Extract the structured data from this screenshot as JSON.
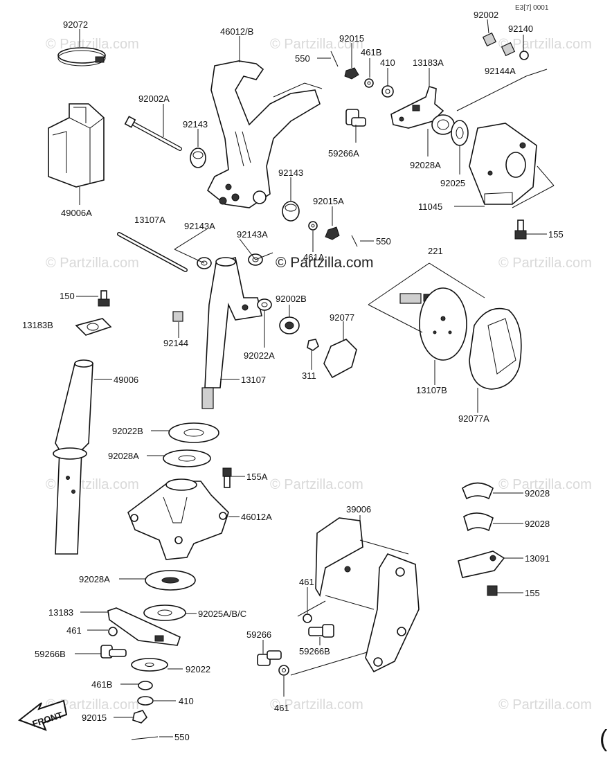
{
  "diagram_code": "E3[7] 0001",
  "watermark": "© Partzilla.com",
  "watermark_center": "© Partzilla.com",
  "front_arrow_label": "FRONT",
  "corner_mark": "(",
  "part_labels": {
    "p92072": "92072",
    "p46012B": "46012/B",
    "p550_top": "550",
    "p92015_top": "92015",
    "p461B_top": "461B",
    "p410_top": "410",
    "p13183A": "13183A",
    "p92002_top": "92002",
    "p92140": "92140",
    "p92144A": "92144A",
    "p92002A": "92002A",
    "p92143_a": "92143",
    "p59266A": "59266A",
    "p92028A_top": "92028A",
    "p92025": "92025",
    "p49006A": "49006A",
    "p92143_b": "92143",
    "p92015A": "92015A",
    "p11045": "11045",
    "p13107A": "13107A",
    "p92143A_a": "92143A",
    "p92143A_b": "92143A",
    "p550_mid": "550",
    "p155_top": "155",
    "p461A": "461A",
    "p221": "221",
    "p150": "150",
    "p92002B": "92002B",
    "p13183B": "13183B",
    "p92077": "92077",
    "p92144": "92144",
    "p92022A": "92022A",
    "p311": "311",
    "p49006": "49006",
    "p13107": "13107",
    "p13107B": "13107B",
    "p92077A": "92077A",
    "p92022B": "92022B",
    "p92028A_mid": "92028A",
    "p155A": "155A",
    "p92028_a": "92028",
    "p46012A": "46012A",
    "p39006": "39006",
    "p92028_b": "92028",
    "p13091": "13091",
    "p92028A_low": "92028A",
    "p461_mid": "461",
    "p155_low": "155",
    "p13183": "13183",
    "p92025ABC": "92025A/B/C",
    "p461_left": "461",
    "p59266": "59266",
    "p59266B_left": "59266B",
    "p59266B_mid": "59266B",
    "p92022": "92022",
    "p461B_low": "461B",
    "p410_low": "410",
    "p92015_low": "92015",
    "p461_low": "461",
    "p550_low": "550"
  }
}
